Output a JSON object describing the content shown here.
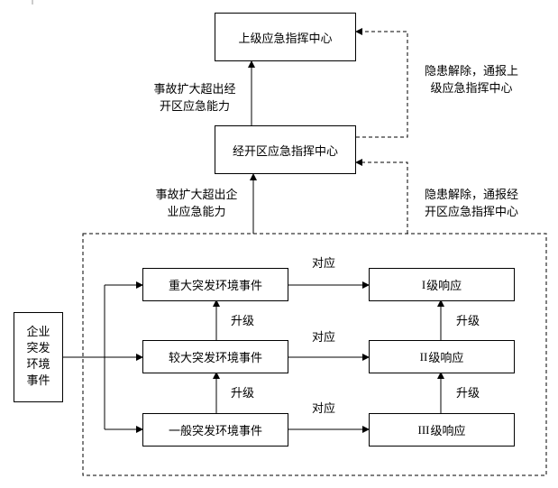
{
  "nodes": {
    "upper_center": "上级应急指挥中心",
    "zone_center": "经开区应急指挥中心",
    "enterprise_lines": [
      "企业",
      "突发",
      "环境",
      "事件"
    ],
    "major_event": "重大突发环境事件",
    "larger_event": "较大突发环境事件",
    "general_event": "一般突发环境事件",
    "response_1": {
      "roman": "I",
      "text": "级响应"
    },
    "response_2": {
      "roman": "II",
      "text": "级响应"
    },
    "response_3": {
      "roman": "III",
      "text": "级响应"
    }
  },
  "labels": {
    "escalate_enterprise": [
      "事故扩大超出企",
      "业应急能力"
    ],
    "escalate_zone": [
      "事故扩大超出经",
      "开区应急能力"
    ],
    "report_zone": [
      "隐患解除，通报经",
      "开区应急指挥中心"
    ],
    "report_upper": [
      "隐患解除，通报上",
      "级应急指挥中心"
    ],
    "correspond": "对应",
    "upgrade": "升级"
  }
}
